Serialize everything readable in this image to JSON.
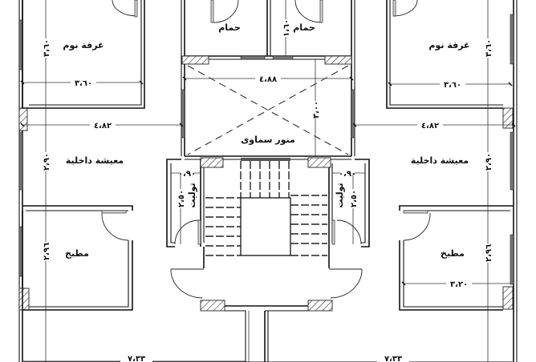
{
  "drawing": {
    "type": "architectural-floor-plan",
    "language": "Arabic",
    "line_color": "#111111",
    "window_fill": "#777777",
    "background": "#ffffff"
  },
  "rooms": {
    "bedroom_left": {
      "label": "غرفة نوم",
      "width_dim": "٣،٦٠",
      "height_dim": "٣،٦٠"
    },
    "bedroom_right": {
      "label": "غرفة نوم",
      "width_dim": "٣،٦٠",
      "height_dim": "٣،٦٠"
    },
    "bath_left": {
      "label": "حمام"
    },
    "bath_right": {
      "label": "حمام",
      "height_dim": "١،٦٠"
    },
    "light_well": {
      "label": "منور سماوى",
      "width_dim": "٤،٨٨",
      "height_dim": "٣،٠٠"
    },
    "living_left": {
      "label": "معيشة داخلية",
      "width_dim": "٤،٨٢",
      "height_dim": "٢،٩٠"
    },
    "living_right": {
      "label": "معيشة داخلية",
      "width_dim": "٤،٨٢",
      "height_dim": "٢،٩٠"
    },
    "toilet_left": {
      "label": "توليت",
      "width_dim": "٠،٩٠",
      "height_dim": "٢،٥٠"
    },
    "toilet_right": {
      "label": "توليت",
      "width_dim": "٠،٩٠",
      "height_dim": "٢،٥٠"
    },
    "kitchen_left": {
      "label": "مطبخ",
      "height_dim": "٢،٩٦"
    },
    "kitchen_right": {
      "label": "مطبخ",
      "width_dim": "٣،٢٠",
      "height_dim": "٢،٩٦"
    }
  },
  "overall": {
    "left_width_dim": "٧،٣٣",
    "right_width_dim": "٧،٣٣"
  },
  "stair": {
    "top_flight_treads": 6,
    "left_flight_treads": 6,
    "right_flight_treads": 6
  }
}
